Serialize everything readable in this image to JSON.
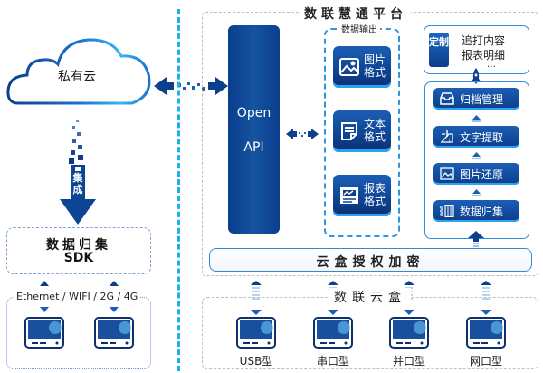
{
  "private_cloud": {
    "label": "私有云"
  },
  "integrate_arrow": {
    "label": "集成"
  },
  "sdk": {
    "title": "数据归集",
    "subtitle": "SDK"
  },
  "connectivity": {
    "label": "Ethernet / WIFI / 2G / 4G",
    "device_count": 2
  },
  "platform": {
    "title": "数联慧通平台",
    "open_api": {
      "line1": "Open",
      "line2": "API"
    },
    "data_output": {
      "label": "数据输出",
      "formats": [
        {
          "line1": "图片",
          "line2": "格式",
          "icon": "image-icon"
        },
        {
          "line1": "文本",
          "line2": "格式",
          "icon": "document-icon"
        },
        {
          "line1": "报表",
          "line2": "格式",
          "icon": "report-icon"
        }
      ]
    },
    "custom": {
      "badge": "定制",
      "line1": "追打内容",
      "line2": "报表明细",
      "ellipsis": "…"
    },
    "processes": [
      {
        "label": "归档管理",
        "icon": "archive-tray-icon"
      },
      {
        "label": "文字提取",
        "icon": "text-extract-icon"
      },
      {
        "label": "图片还原",
        "icon": "image-restore-icon"
      },
      {
        "label": "数据归集",
        "icon": "data-collect-icon"
      }
    ],
    "license_bar": "云盒授权加密"
  },
  "cloud_box": {
    "title": "数联云盒",
    "devices": [
      {
        "label": "USB型"
      },
      {
        "label": "串口型"
      },
      {
        "label": "并口型"
      },
      {
        "label": "网口型"
      }
    ]
  },
  "colors": {
    "primary_blue": "#0d3f8c",
    "accent_cyan": "#1fb0ea",
    "border_blue": "#2f8fe0"
  }
}
